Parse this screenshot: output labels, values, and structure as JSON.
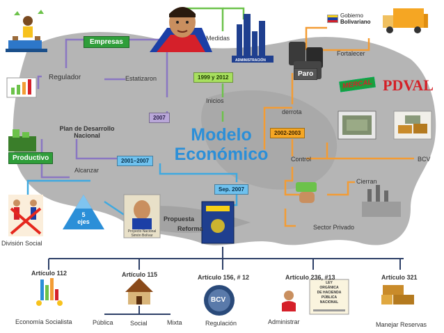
{
  "title": {
    "line1": "Modelo",
    "line2": "Económico"
  },
  "tags": {
    "empresas": "Empresas",
    "year_1999_2012": "1999 y 2012",
    "year_2007": "2007",
    "year_2001_2007": "2001–2007",
    "year_2002_2003": "2002-2003",
    "sep_2007": "Sep. 2007",
    "productivo": "Productivo",
    "paro": "Paro",
    "cinco_ejes_1": "5",
    "cinco_ejes_2": "ejes"
  },
  "labels": {
    "medidas": "Medidas",
    "fortalecer": "Fortalecer",
    "regulador": "Regulador",
    "estatizaron": "Estatizaron",
    "inicios": "Inicios",
    "derrota": "derrota",
    "plan_line1": "Plan de Desarrollo",
    "plan_line2": "Nacional",
    "alcanzar": "Alcanzar",
    "control": "Control",
    "bcv": "BCV",
    "cierran": "Cierran",
    "propuesta": "Propuesta",
    "reforma": "Reforma",
    "sector_privado": "Sector Privado",
    "division_social": "División Social",
    "administracion": "ADMINISTRACIÓN",
    "proyecto_nacional_1": "Proyecto Nacional",
    "proyecto_nacional_2": "Simón Bolívar"
  },
  "logos": {
    "gobierno_1": "Gobierno",
    "gobierno_2": "Bolivariano",
    "pdval": "PDVAL",
    "mercal": "MERCAL",
    "bcv_seal": "BCV",
    "ley_1": "LEY",
    "ley_2": "ORGÁNICA",
    "ley_3": "DE HACIENDA",
    "ley_4": "PÚBLICA",
    "ley_5": "NACIONAL"
  },
  "articles": [
    {
      "label": "Artículo 112"
    },
    {
      "label": "Artículo 115"
    },
    {
      "label": "Artículo 156, # 12"
    },
    {
      "label": "Artículo 236, #13"
    },
    {
      "label": "Artículo 321"
    }
  ],
  "bottom": {
    "economia_socialista": "Economía Socialista",
    "publica": "Pública",
    "social": "Social",
    "mixta": "Mixta",
    "regulacion": "Regulación",
    "administrar": "Administrar",
    "manejar_reservas": "Manejar  Reservas"
  },
  "colors": {
    "title": "#2b8fd8",
    "connector_purple": "#8a77c2",
    "connector_green": "#6cc24a",
    "connector_orange": "#f39c34",
    "connector_blue": "#3fa9e0",
    "connector_navy": "#2c3e66",
    "map_gray": "#b5b5b5"
  }
}
